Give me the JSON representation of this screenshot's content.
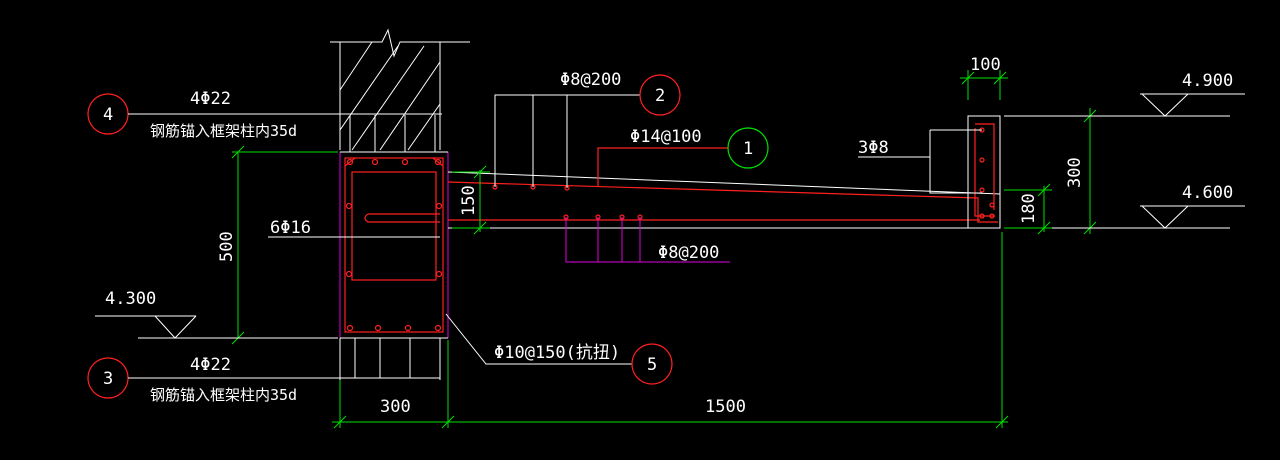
{
  "labels": {
    "top_bars": "4Φ22",
    "top_anchor_note": "钢筋锚入框架柱内35d",
    "bottom_bars": "4Φ22",
    "bottom_anchor_note": "钢筋锚入框架柱内35d",
    "side_bars": "6Φ16",
    "slab_top_dist": "Φ8@200",
    "slab_main": "Φ14@100",
    "slab_bottom_dist": "Φ8@200",
    "edge_bars": "3Φ8",
    "stirrup": "Φ10@150(抗扭)"
  },
  "callouts": {
    "c1": "1",
    "c2": "2",
    "c3": "3",
    "c4": "4",
    "c5": "5"
  },
  "dimensions": {
    "beam_depth": "500",
    "beam_width": "300",
    "cantilever_length": "1500",
    "slab_root_thickness": "150",
    "edge_width": "100",
    "edge_height": "300",
    "edge_slab_thickness": "180"
  },
  "elevations": {
    "left": "4.300",
    "right_top": "4.900",
    "right_bottom": "4.600"
  },
  "colors": {
    "background": "#000000",
    "callout_red": "#ff2020",
    "callout_green": "#00e000",
    "rebar": "#ff2020",
    "dimension": "#00e000",
    "distribution": "#e000e0"
  }
}
